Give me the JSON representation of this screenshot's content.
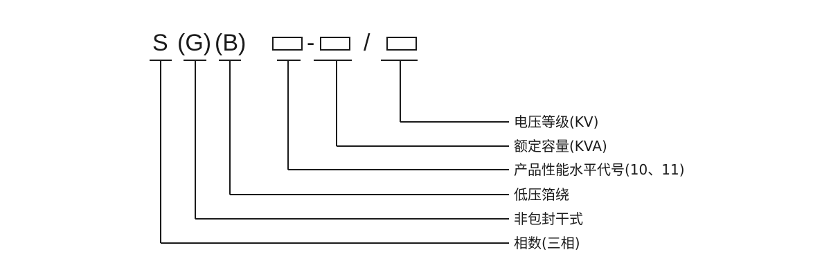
{
  "code": {
    "s": "S",
    "g": "(G)",
    "b": "(B)",
    "dash": "-",
    "slash": "/"
  },
  "labels": {
    "voltage": "电压等级(KV)",
    "capacity": "额定容量(KVA)",
    "performance": "产品性能水平代号(10、11)",
    "foil": "低压箔绕",
    "non_encapsulated": "非包封干式",
    "phases": "相数(三相)"
  }
}
